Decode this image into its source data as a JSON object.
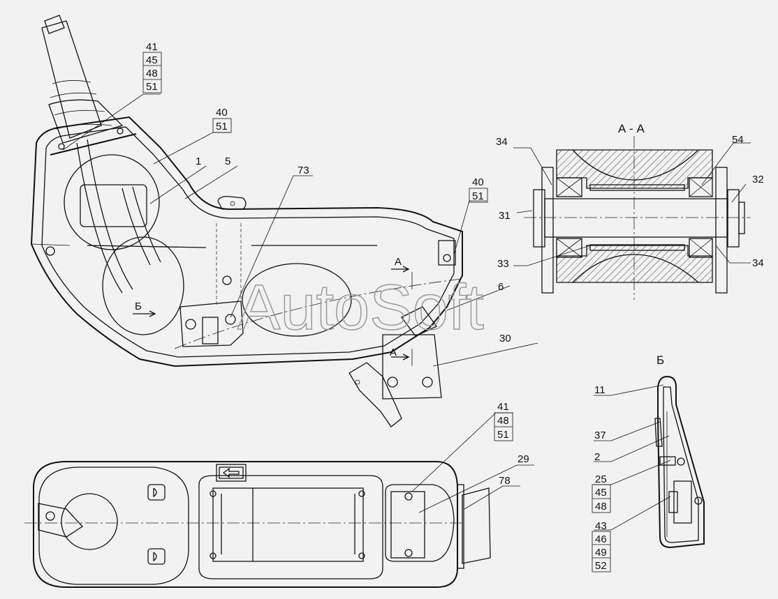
{
  "watermark": "AutoSoft",
  "section_titles": {
    "section_aa": "А - А",
    "view_b": "Б",
    "cut_a_upper": "А",
    "cut_a_lower": "А",
    "cut_b": "Б"
  },
  "callouts": {
    "c1": "1",
    "c5": "5",
    "c6": "6",
    "c11": "11",
    "c2": "2",
    "c29": "29",
    "c30": "30",
    "c31": "31",
    "c32": "32",
    "c33": "33",
    "c34a": "34",
    "c34b": "34",
    "c37": "37",
    "c54": "54",
    "c73": "73",
    "c78": "78"
  },
  "stacks": {
    "top_left": [
      "41",
      "45",
      "48",
      "51"
    ],
    "mid_left": [
      "40",
      "51"
    ],
    "mid_right": [
      "40",
      "51"
    ],
    "bottom": [
      "41",
      "48",
      "51"
    ],
    "view_b_25": [
      "25",
      "45",
      "48"
    ],
    "view_b_43": [
      "43",
      "46",
      "49",
      "52"
    ]
  }
}
